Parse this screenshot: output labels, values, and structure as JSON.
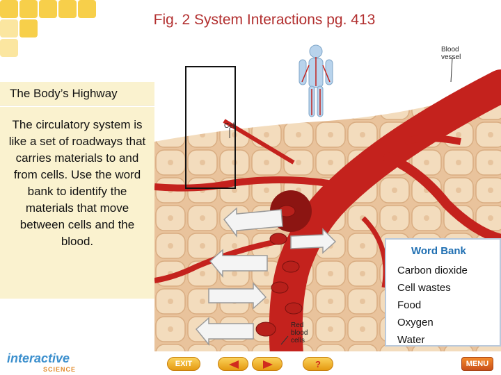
{
  "title": "Fig. 2 System Interactions pg. 413",
  "panel": {
    "heading": "The Body’s Highway",
    "body": "The circulatory system is like a set of roadways that carries materials to and from cells. Use the word bank to identify the materials that move between cells and the blood."
  },
  "labels": {
    "blood_vessel": "Blood vessel",
    "cell": "Cell",
    "red_blood_cells": "Red blood cells"
  },
  "word_bank": {
    "title": "Word Bank",
    "items": [
      "Carbon dioxide",
      "Cell wastes",
      "Food",
      "Oxygen",
      "Water"
    ]
  },
  "nav": {
    "logo_main": "interactive",
    "logo_sub": "SCIENCE",
    "exit": "EXIT",
    "help": "?",
    "menu": "MENU"
  },
  "colors": {
    "title": "#b22f2f",
    "panel_bg": "#faf2cf",
    "word_bank_title": "#1f6fb2",
    "blood_vessel": "#c4221d",
    "nav_orange": "#e59a12"
  }
}
